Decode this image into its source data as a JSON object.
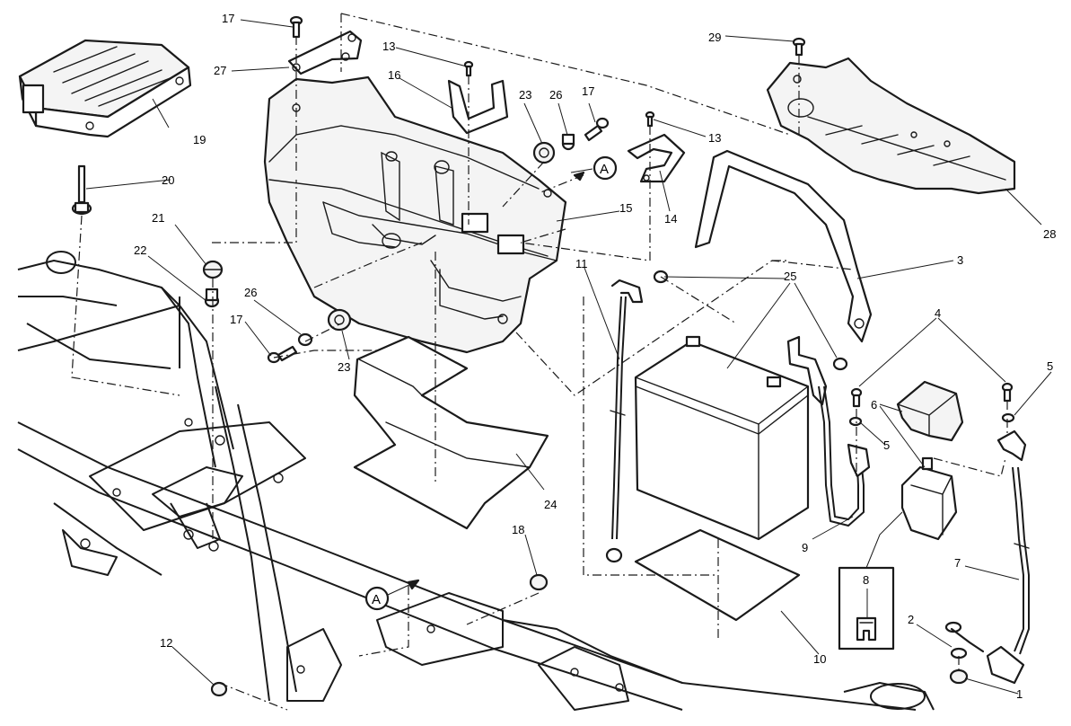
{
  "callouts": [
    {
      "id": "c1",
      "text": "1"
    },
    {
      "id": "c2",
      "text": "2"
    },
    {
      "id": "c3",
      "text": "3"
    },
    {
      "id": "c4",
      "text": "4"
    },
    {
      "id": "c5a",
      "text": "5"
    },
    {
      "id": "c5b",
      "text": "5"
    },
    {
      "id": "c6",
      "text": "6"
    },
    {
      "id": "c7",
      "text": "7"
    },
    {
      "id": "c8",
      "text": "8"
    },
    {
      "id": "c9",
      "text": "9"
    },
    {
      "id": "c10",
      "text": "10"
    },
    {
      "id": "c11",
      "text": "11"
    },
    {
      "id": "c12",
      "text": "12"
    },
    {
      "id": "c13a",
      "text": "13"
    },
    {
      "id": "c13b",
      "text": "13"
    },
    {
      "id": "c14",
      "text": "14"
    },
    {
      "id": "c15",
      "text": "15"
    },
    {
      "id": "c16",
      "text": "16"
    },
    {
      "id": "c17a",
      "text": "17"
    },
    {
      "id": "c17b",
      "text": "17"
    },
    {
      "id": "c17c",
      "text": "17"
    },
    {
      "id": "c18",
      "text": "18"
    },
    {
      "id": "c19",
      "text": "19"
    },
    {
      "id": "c20",
      "text": "20"
    },
    {
      "id": "c21",
      "text": "21"
    },
    {
      "id": "c22",
      "text": "22"
    },
    {
      "id": "c23a",
      "text": "23"
    },
    {
      "id": "c23b",
      "text": "23"
    },
    {
      "id": "c24",
      "text": "24"
    },
    {
      "id": "c25",
      "text": "25"
    },
    {
      "id": "c26a",
      "text": "26"
    },
    {
      "id": "c26b",
      "text": "26"
    },
    {
      "id": "c27",
      "text": "27"
    },
    {
      "id": "c28",
      "text": "28"
    },
    {
      "id": "c29",
      "text": "29"
    }
  ],
  "connection_markers": [
    {
      "id": "ma",
      "text": "A"
    },
    {
      "id": "mb",
      "text": "A"
    }
  ],
  "colors": {
    "line": "#1a1a1a",
    "background": "#ffffff"
  }
}
